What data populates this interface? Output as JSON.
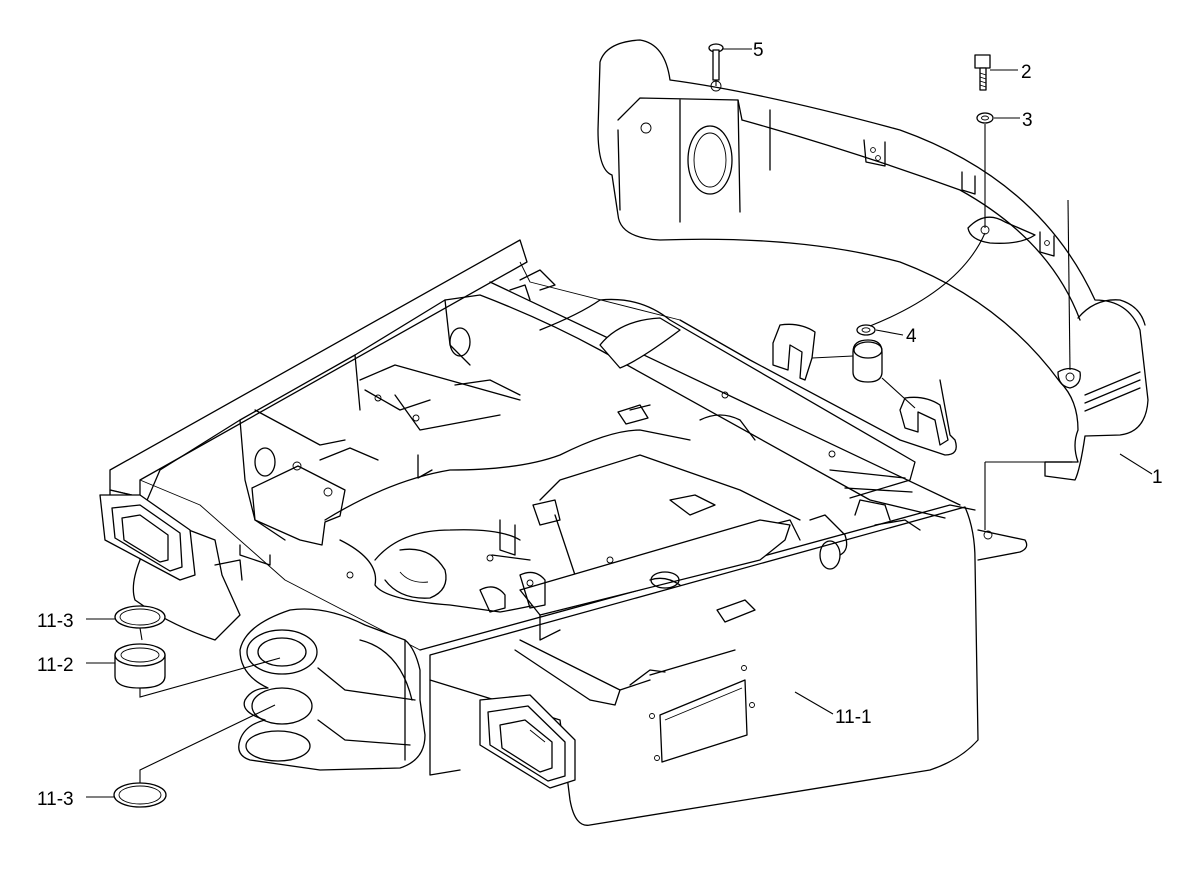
{
  "diagram": {
    "callouts": [
      {
        "id": "c1",
        "label": "1"
      },
      {
        "id": "c2",
        "label": "2"
      },
      {
        "id": "c3",
        "label": "3"
      },
      {
        "id": "c4",
        "label": "4"
      },
      {
        "id": "c5",
        "label": "5"
      },
      {
        "id": "c11_1",
        "label": "11-1"
      },
      {
        "id": "c11_2",
        "label": "11-2"
      },
      {
        "id": "c11_3a",
        "label": "11-3"
      },
      {
        "id": "c11_3b",
        "label": "11-3"
      }
    ]
  }
}
